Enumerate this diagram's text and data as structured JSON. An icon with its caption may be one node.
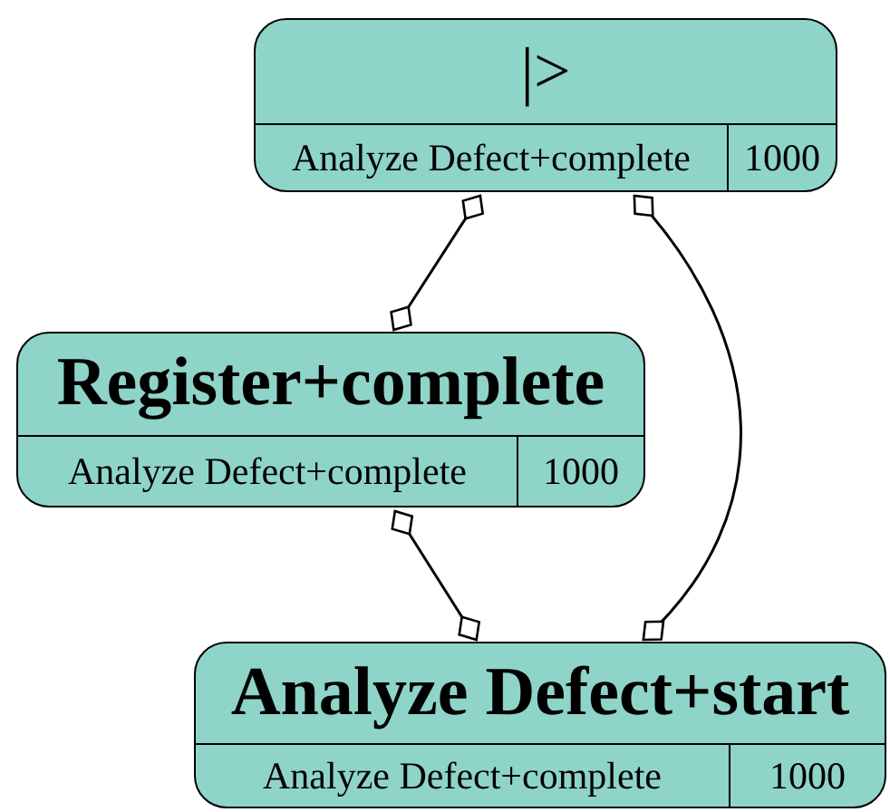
{
  "diagram": {
    "nodes": [
      {
        "text": [
          "|>",
          "Analyze Defect+complete",
          "1000"
        ]
      },
      {
        "text": [
          "Register+complete",
          "Analyze Defect+complete",
          "1000"
        ]
      },
      {
        "text": [
          "Analyze Defect+start",
          "Analyze Defect+complete",
          "1000"
        ]
      }
    ],
    "edges": [
      {
        "from": 0,
        "to": 1,
        "arrow": "other"
      },
      {
        "from": 0,
        "to": 2,
        "arrow": "other"
      },
      {
        "from": 1,
        "to": 2,
        "arrow": "other"
      }
    ]
  }
}
